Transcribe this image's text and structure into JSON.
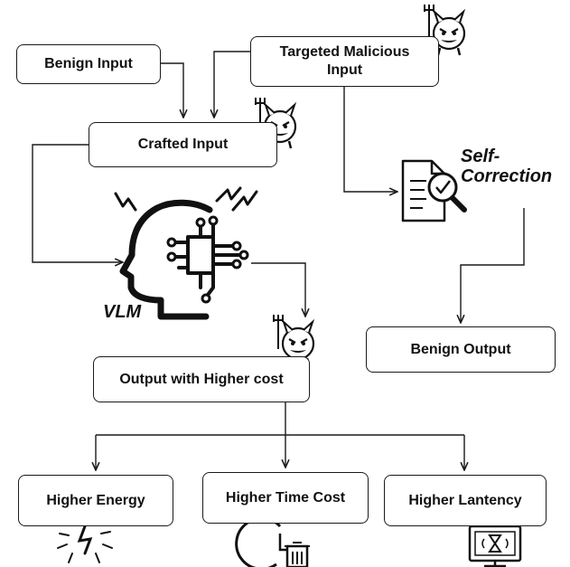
{
  "nodes": {
    "benign_input": "Benign Input",
    "targeted_malicious_input": "Targeted Malicious Input",
    "crafted_input": "Crafted Input",
    "self_correction": "Self-Correction",
    "vlm": "VLM",
    "benign_output": "Benign Output",
    "output_higher_cost": "Output with Higher cost",
    "higher_energy": "Higher Energy",
    "higher_time_cost": "Higher Time Cost",
    "higher_latency": "Higher Lantency"
  },
  "icons": {
    "devil": "devil-with-trident-icon",
    "head": "ai-head-circuit-icon",
    "document": "document-magnifier-icon",
    "energy": "broken-lightning-icon",
    "time": "clock-trash-icon",
    "latency": "monitor-hourglass-icon"
  },
  "colors": {
    "line": "#1a1a1a",
    "background": "#ffffff"
  }
}
